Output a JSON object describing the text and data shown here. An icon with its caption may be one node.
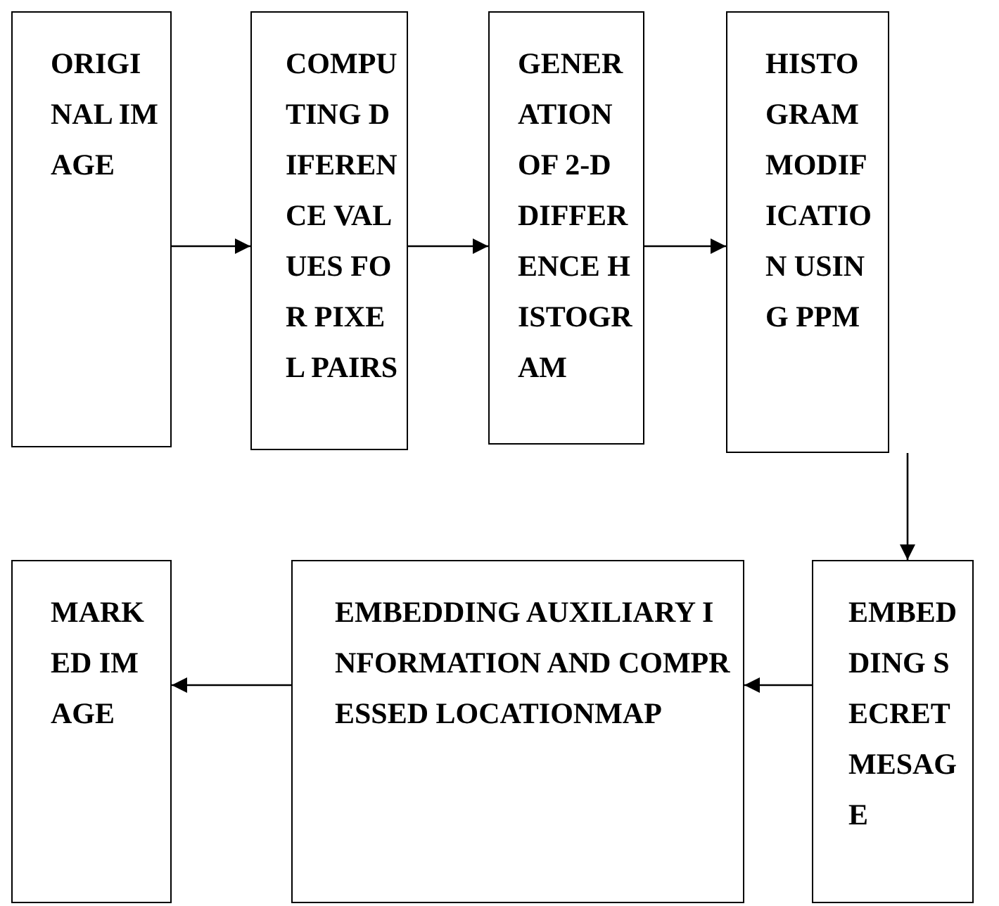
{
  "diagram": {
    "nodes": [
      {
        "text": [
          "ORIGINAL IMAGE"
        ]
      },
      {
        "text": [
          "COMPUTING DIFERENCE VALUES FOR PIXEL PAIRS"
        ]
      },
      {
        "text": [
          "GENERATION OF 2-D DIFFERENCE HISTOGRAM"
        ]
      },
      {
        "text": [
          "HISTOGRAM MODIFICATION USING PPM"
        ]
      },
      {
        "text": [
          "EMBEDDING SECRET MESAGE"
        ]
      },
      {
        "text": [
          "EMBEDDING AUXILIARY INFORMATION AND COMPRESSED LOCATIONMAP"
        ]
      },
      {
        "text": [
          "MARKED IMAGE"
        ]
      }
    ],
    "edges": [
      {
        "from": 0,
        "to": 1,
        "arrow": "to"
      },
      {
        "from": 1,
        "to": 2,
        "arrow": "to"
      },
      {
        "from": 2,
        "to": 3,
        "arrow": "to"
      },
      {
        "from": 3,
        "to": 4,
        "arrow": "to"
      },
      {
        "from": 4,
        "to": 5,
        "arrow": "to"
      },
      {
        "from": 5,
        "to": 6,
        "arrow": "to"
      }
    ]
  }
}
